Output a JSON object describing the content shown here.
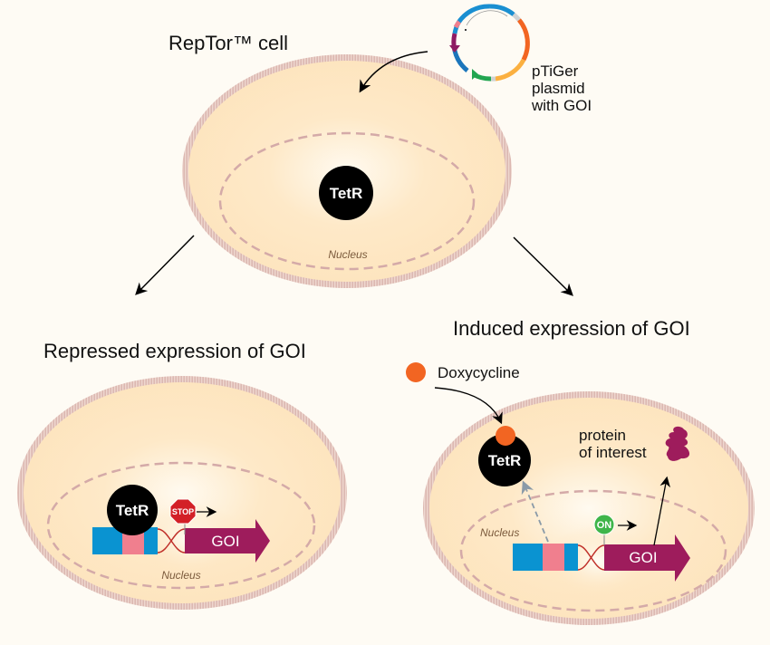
{
  "top": {
    "title": "RepTor™ cell",
    "nucleus_label": "Nucleus",
    "tetr_label": "TetR"
  },
  "plasmid": {
    "label_lines": [
      "pTiGer",
      "plasmid",
      "with GOI"
    ]
  },
  "repressed": {
    "title": "Repressed expression of GOI",
    "tetr_label": "TetR",
    "stop_label": "STOP",
    "goi_label": "GOI",
    "nucleus_label": "Nucleus"
  },
  "induced": {
    "title": "Induced expression of GOI",
    "doxycycline_label": "Doxycycline",
    "tetr_label": "TetR",
    "on_label": "ON",
    "goi_label": "GOI",
    "nucleus_label": "Nucleus",
    "protein_label_lines": [
      "protein",
      "of interest"
    ]
  },
  "colors": {
    "background": "#fefbf4",
    "cytoplasm": "#fde5c0",
    "membrane": "#d9b3ad",
    "nucleus_dash": "#d4aaa8",
    "tetr": "#000000",
    "operator_blue": "#0a93d1",
    "operator_pink": "#f07f8e",
    "goi": "#9e1c5c",
    "dna_helix": "#c0302a",
    "stop": "#d32027",
    "on": "#3fb54a",
    "doxycycline": "#f26522",
    "protein": "#9e1c5c"
  }
}
